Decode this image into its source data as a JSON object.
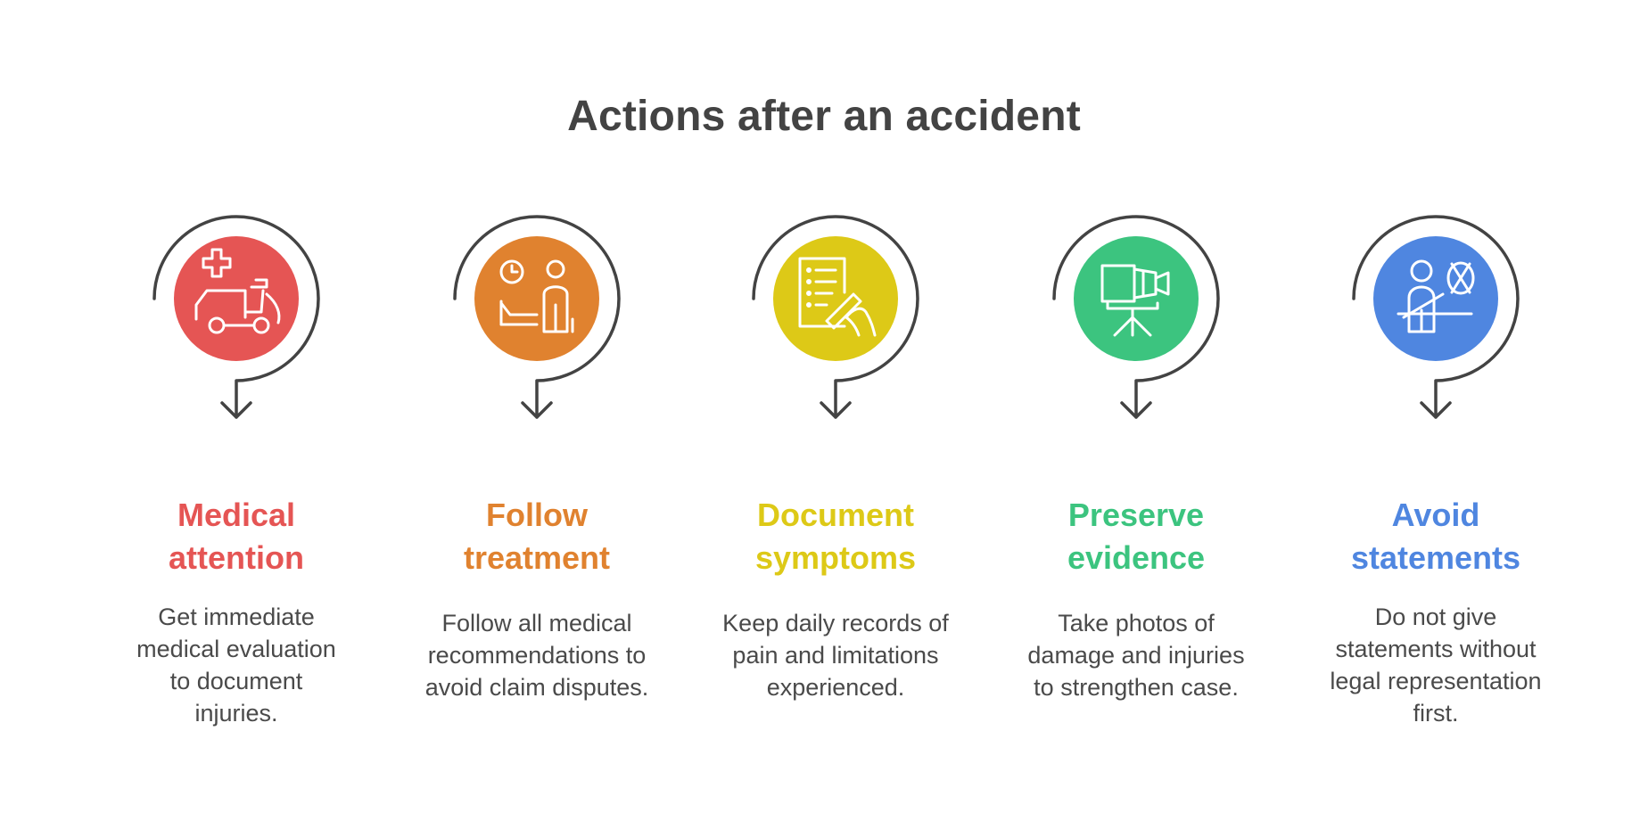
{
  "title": "Actions after an accident",
  "steps": [
    {
      "heading_lines": [
        "Medical",
        "attention"
      ],
      "description_lines": [
        "Get immediate",
        "medical evaluation",
        "to document",
        "injuries."
      ],
      "color": "#E55554",
      "icon": "ambulance-scooter-icon"
    },
    {
      "heading_lines": [
        "Follow",
        "treatment"
      ],
      "description_lines": [
        "Follow all medical",
        "recommendations to",
        "avoid claim disputes."
      ],
      "color": "#E0822F",
      "icon": "patient-clock-doctor-icon"
    },
    {
      "heading_lines": [
        "Document",
        "symptoms"
      ],
      "description_lines": [
        "Keep daily records of",
        "pain and limitations",
        "experienced."
      ],
      "color": "#DDC917",
      "icon": "document-writing-hand-icon"
    },
    {
      "heading_lines": [
        "Preserve",
        "evidence"
      ],
      "description_lines": [
        "Take photos of",
        "damage and injuries",
        "to strengthen case."
      ],
      "color": "#3CC47F",
      "icon": "video-camera-tripod-icon"
    },
    {
      "heading_lines": [
        "Avoid",
        "statements"
      ],
      "description_lines": [
        "Do not give",
        "statements without",
        "legal representation",
        "first."
      ],
      "color": "#4F86E0",
      "icon": "seated-person-no-talking-icon"
    }
  ]
}
